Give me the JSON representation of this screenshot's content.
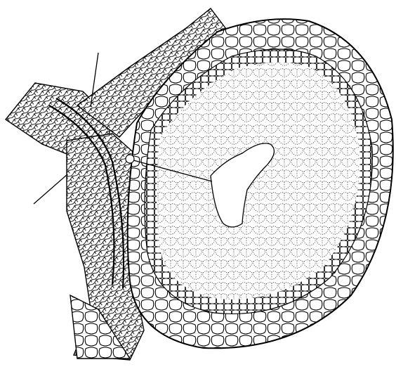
{
  "figure": {
    "kind": "botanical-cross-section-line-drawing",
    "style": "stippled black ink on white",
    "background_color": "#ffffff",
    "ink_color": "#000000",
    "labels": [],
    "parts": [
      "main-stem",
      "upper-left-branch",
      "upper-right-branch",
      "lower-left-branch",
      "vascular-strand",
      "ovary-outer-wall",
      "ovary-inner-ring",
      "ovary-locule",
      "ovule-placenta",
      "leader-line-top",
      "leader-line-left",
      "leader-line-locule"
    ]
  }
}
